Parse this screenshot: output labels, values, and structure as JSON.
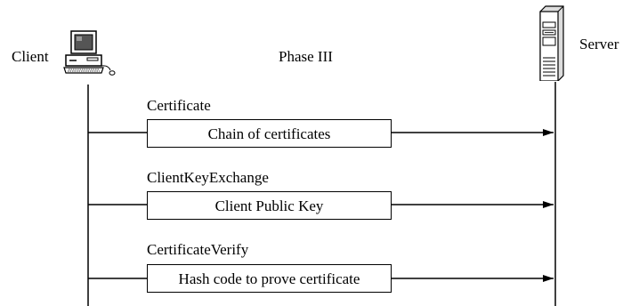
{
  "diagram": {
    "client_label": "Client",
    "server_label": "Server",
    "phase_title": "Phase III",
    "messages": [
      {
        "name": "Certificate",
        "content": "Chain of certificates"
      },
      {
        "name": "ClientKeyExchange",
        "content": "Client Public Key"
      },
      {
        "name": "CertificateVerify",
        "content": "Hash code to prove certificate"
      }
    ]
  },
  "icons": {
    "client": "desktop-computer-icon",
    "server": "server-tower-icon"
  }
}
